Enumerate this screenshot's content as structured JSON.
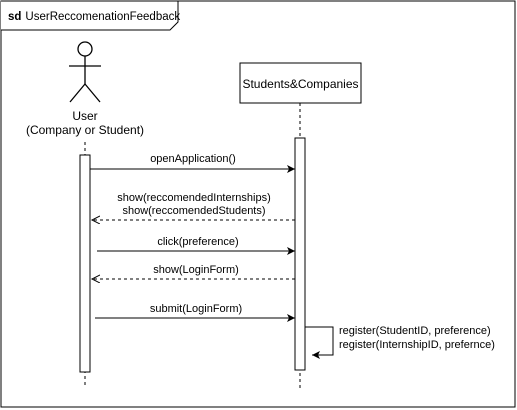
{
  "frame": {
    "keyword": "sd",
    "name": "UserReccomenationFeedback"
  },
  "participants": {
    "user": {
      "name": "User",
      "subtitle": "(Company or Student)"
    },
    "system": {
      "name": "Students&Companies"
    }
  },
  "messages": [
    {
      "label": "openApplication()",
      "type": "sync"
    },
    {
      "label_line1": "show(reccomendedInternships)",
      "label_line2": "show(reccomendedStudents)",
      "type": "return"
    },
    {
      "label": "click(preference)",
      "type": "sync"
    },
    {
      "label": "show(LoginForm)",
      "type": "return"
    },
    {
      "label": "submit(LoginForm)",
      "type": "sync"
    },
    {
      "label_line1": "register(StudentID, preference)",
      "label_line2": "register(InternshipID, prefernce)",
      "type": "self"
    }
  ]
}
